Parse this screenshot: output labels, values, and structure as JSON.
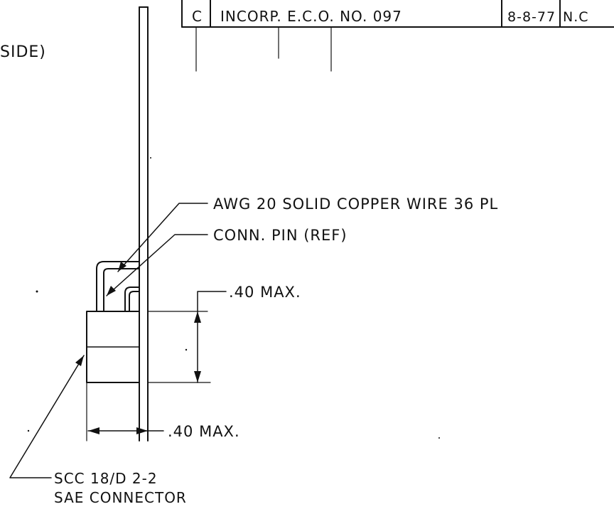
{
  "colors": {
    "ink": "#111111",
    "paper": "#ffffff"
  },
  "revision_block": {
    "rev": "C",
    "description": "INCORP. E.C.O. NO. 097",
    "date": "8-8-77",
    "approval": "N.C"
  },
  "view_label_fragment": "SIDE)",
  "callouts": {
    "wire": "AWG 20 SOLID COPPER WIRE 36 PL",
    "pin": "CONN. PIN (REF)",
    "height_dim": ".40 MAX.",
    "width_dim": ".40 MAX.",
    "connector_line1": "SCC 18/D 2-2",
    "connector_line2": "SAE CONNECTOR"
  }
}
